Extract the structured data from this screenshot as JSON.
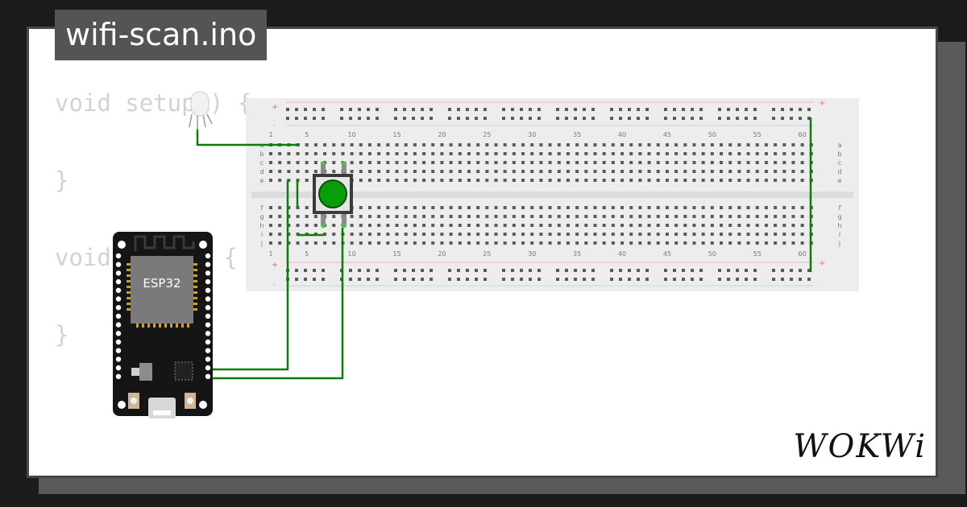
{
  "file": {
    "name": "wifi-scan.ino"
  },
  "code": {
    "lines": [
      "void setup() {",
      "",
      "}",
      "",
      "void loop() {",
      "",
      "}"
    ]
  },
  "breadboard": {
    "column_numbers": [
      "1",
      "5",
      "10",
      "15",
      "20",
      "25",
      "30",
      "35",
      "40",
      "45",
      "50",
      "55",
      "60"
    ],
    "row_letters_top": [
      "a",
      "b",
      "c",
      "d",
      "e"
    ],
    "row_letters_bottom": [
      "f",
      "g",
      "h",
      "i",
      "j"
    ],
    "plus_label": "+",
    "minus_label": "-"
  },
  "esp32": {
    "label": "ESP32"
  },
  "components": {
    "button_color": "#0a9d0a",
    "wire_color": "#0b7d0b"
  },
  "brand": {
    "logo": "WOKWi"
  },
  "colors": {
    "background": "#1b1b1b",
    "card": "#ffffff",
    "title_bg": "#545454",
    "code_text": "#d2d2d2",
    "breadboard": "#ededed"
  }
}
